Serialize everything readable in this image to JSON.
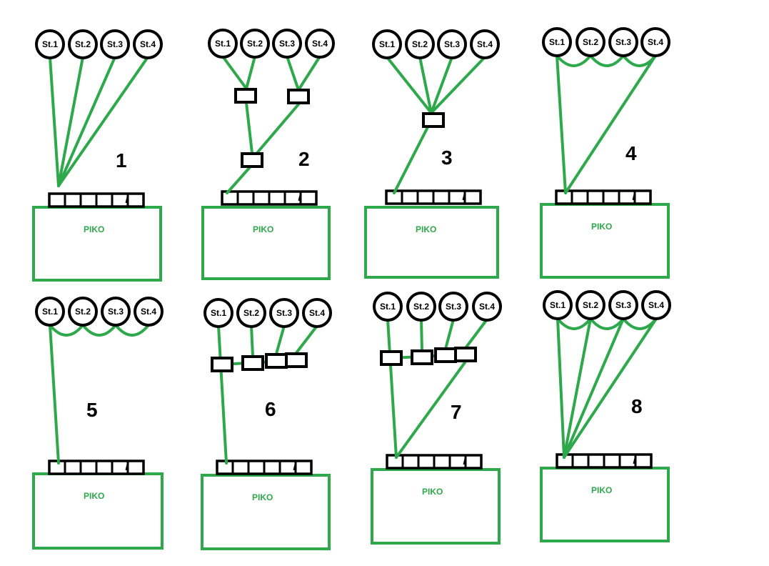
{
  "colors": {
    "wire": "#2da84a",
    "outline": "#000000",
    "background": "#ffffff"
  },
  "box_label": "PIKO",
  "diagrams": [
    {
      "number": "1",
      "stations": [
        "St.1",
        "St.2",
        "St.3",
        "St.4"
      ]
    },
    {
      "number": "2",
      "stations": [
        "St.1",
        "St.2",
        "St.3",
        "St.4"
      ]
    },
    {
      "number": "3",
      "stations": [
        "St.1",
        "St.2",
        "St.3",
        "St.4"
      ]
    },
    {
      "number": "4",
      "stations": [
        "St.1",
        "St.2",
        "St.3",
        "St.4"
      ]
    },
    {
      "number": "5",
      "stations": [
        "St.1",
        "St.2",
        "St.3",
        "St.4"
      ]
    },
    {
      "number": "6",
      "stations": [
        "St.1",
        "St.2",
        "St.3",
        "St.4"
      ]
    },
    {
      "number": "7",
      "stations": [
        "St.1",
        "St.2",
        "St.3",
        "St.4"
      ]
    },
    {
      "number": "8",
      "stations": [
        "St.1",
        "St.2",
        "St.3",
        "St.4"
      ]
    }
  ]
}
